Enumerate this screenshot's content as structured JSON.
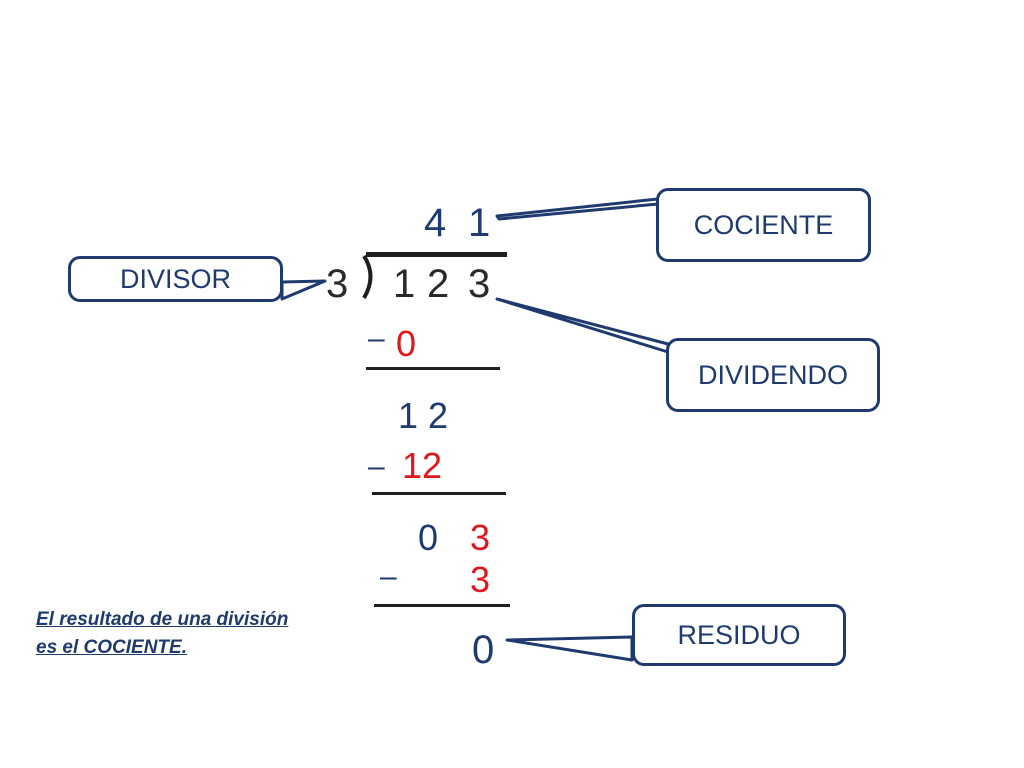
{
  "labels": {
    "cociente": "COCIENTE",
    "divisor": "DIVISOR",
    "dividendo": "DIVIDENDO",
    "residuo": "RESIDUO"
  },
  "division": {
    "divisor": "3",
    "dividend_digits": [
      "1",
      "2",
      "3"
    ],
    "quotient_digits": [
      "4",
      "1"
    ],
    "step1_subtract": "0",
    "step2_value": "1 2",
    "step2_subtract": "12",
    "step3_bring_zero": "0",
    "step3_bring_down": "3",
    "step3_subtract": "3",
    "remainder": "0",
    "minus_sign": "–"
  },
  "note": {
    "line1": "El resultado de una división",
    "line2": "es el COCIENTE."
  },
  "colors": {
    "primary": "#1f3a6e",
    "highlight": "#e3161b"
  }
}
